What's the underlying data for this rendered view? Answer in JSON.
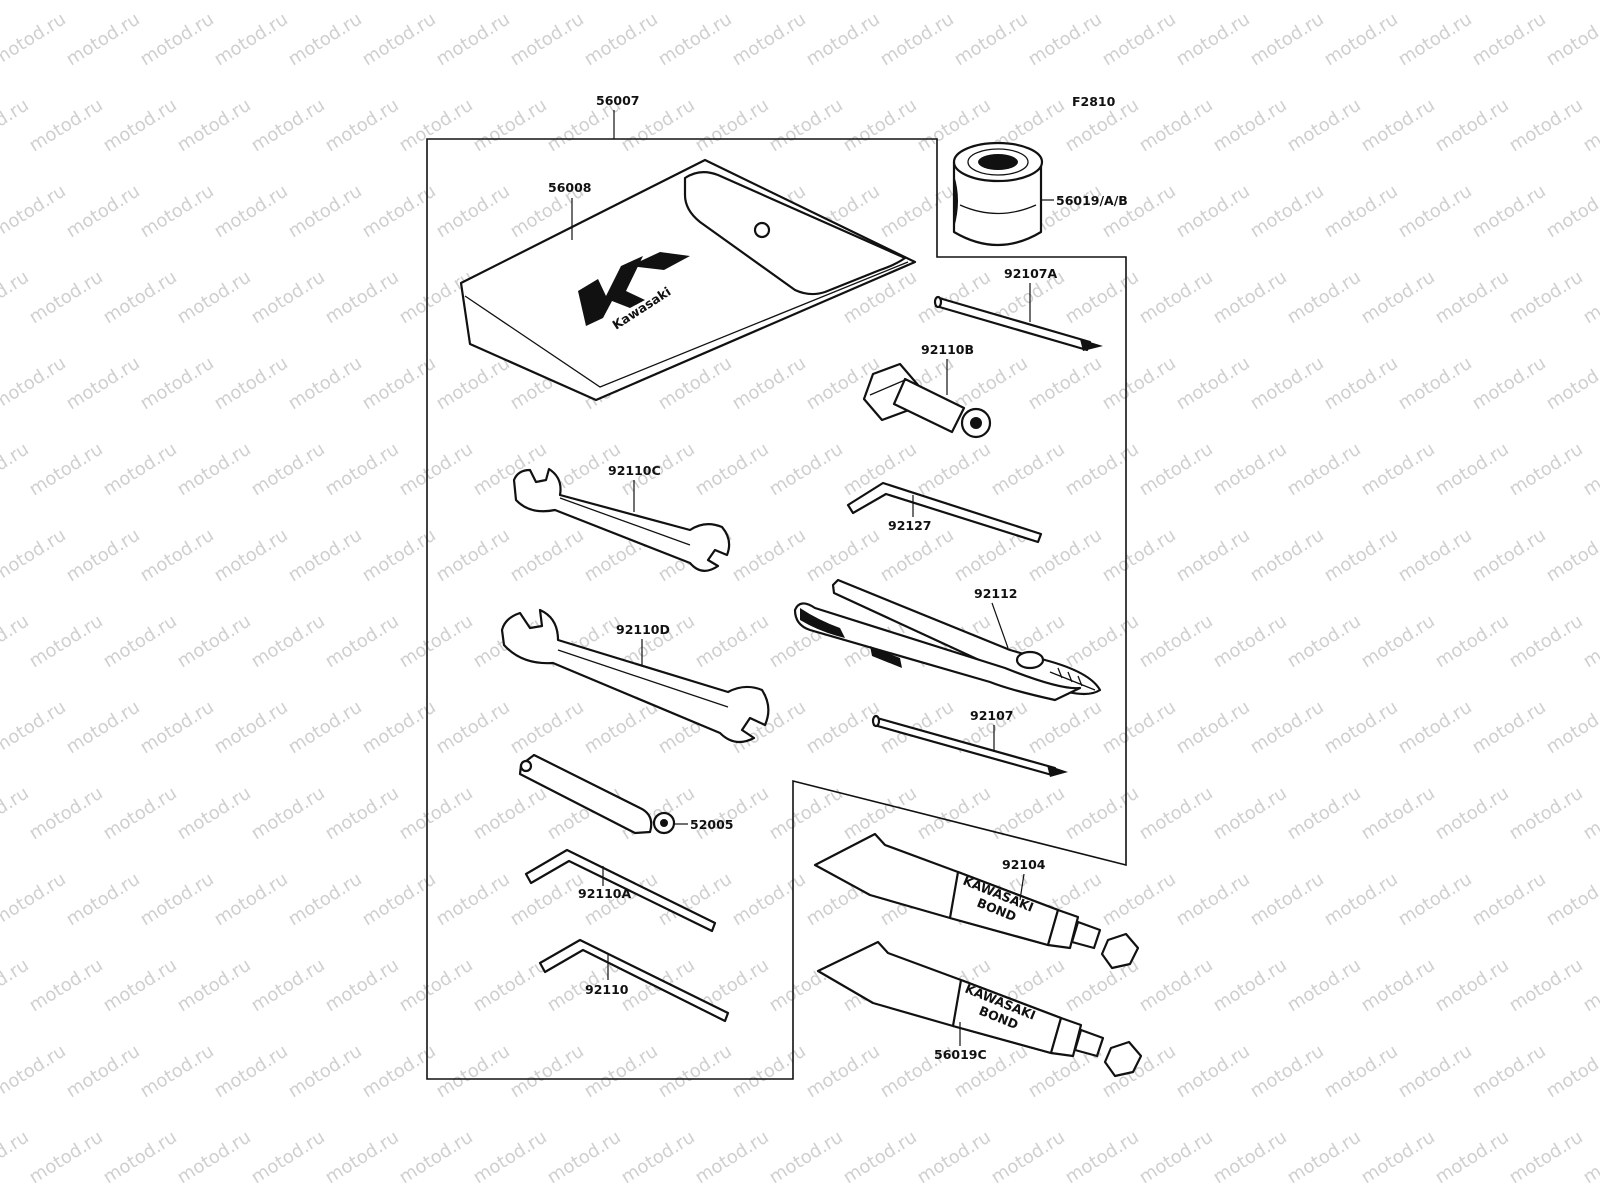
{
  "watermark": "motod.ru",
  "figure_code": "F2810",
  "labels": {
    "tool_kit": "56007",
    "tool_bag": "56008",
    "grease_can": "56019/A/B",
    "screwdriver_a": "92107A",
    "plug_wrench": "92110B",
    "wrench_c": "92110C",
    "hex_key_92127": "92127",
    "wrench_d": "92110D",
    "pliers": "92112",
    "screwdriver": "92107",
    "spoke_wrench": "52005",
    "bond_92104": "92104",
    "hex_key_a": "92110A",
    "hex_key_92110": "92110",
    "bond_56019c": "56019C"
  },
  "bag_brand": "Kawasaki",
  "tube_text_1": "KAWASAKI",
  "tube_text_2": "BOND",
  "colors": {
    "ink": "#111111",
    "watermark": "#cfcfcf",
    "paper": "#ffffff"
  }
}
